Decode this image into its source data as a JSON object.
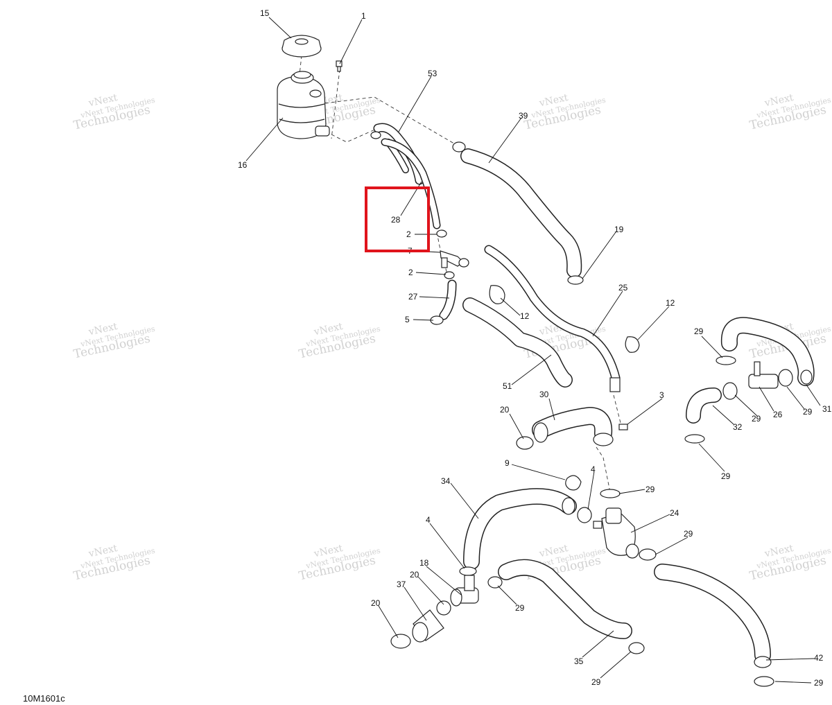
{
  "diagram": {
    "reference_code": "10M1601c",
    "watermark": {
      "line1": "vNext Technologies",
      "line2": "vNext",
      "line3": "Technologies"
    },
    "callouts": [
      "15",
      "1",
      "16",
      "53",
      "39",
      "28",
      "2",
      "7",
      "2",
      "19",
      "27",
      "5",
      "12",
      "25",
      "12",
      "51",
      "29",
      "31",
      "26",
      "29",
      "29",
      "32",
      "3",
      "30",
      "20",
      "29",
      "9",
      "4",
      "29",
      "34",
      "24",
      "29",
      "4",
      "18",
      "37",
      "20",
      "20",
      "29",
      "35",
      "42",
      "29",
      "29"
    ],
    "highlight_color": "#e0141c"
  }
}
